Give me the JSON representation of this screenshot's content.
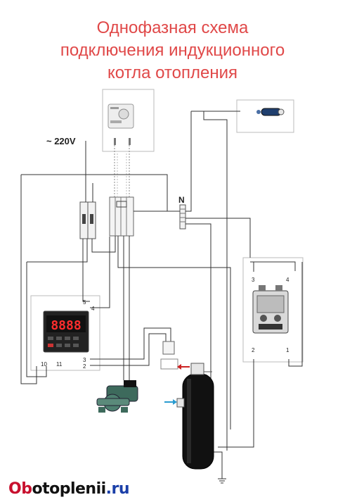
{
  "title": {
    "line1": "Однофазная схема",
    "line2": "подключения индукционного",
    "line3": "котла отопления"
  },
  "labels": {
    "voltage": "~ 220V",
    "neutral": "N",
    "controller_terminals": [
      "5",
      "4",
      "3",
      "2",
      "10",
      "11"
    ],
    "relay_terminals": [
      "3",
      "4",
      "2",
      "1"
    ],
    "controller_display": "8888"
  },
  "watermark": {
    "part1": "Ob",
    "part2": "otoplenii",
    "part3": ".ru"
  },
  "colors": {
    "title": "#e04848",
    "watermark_red": "#c8102e",
    "watermark_blue": "#1b3fa8",
    "arrow_hot": "#cc2222",
    "arrow_cold": "#2a9bd0"
  },
  "icons": {
    "thermostat": "room-thermostat-icon",
    "sensor": "temperature-sensor-icon",
    "controller": "temperature-controller-icon",
    "relay": "solid-state-relay-icon",
    "pump": "circulation-pump-icon",
    "boiler": "induction-boiler-icon",
    "ground": "ground-icon"
  }
}
